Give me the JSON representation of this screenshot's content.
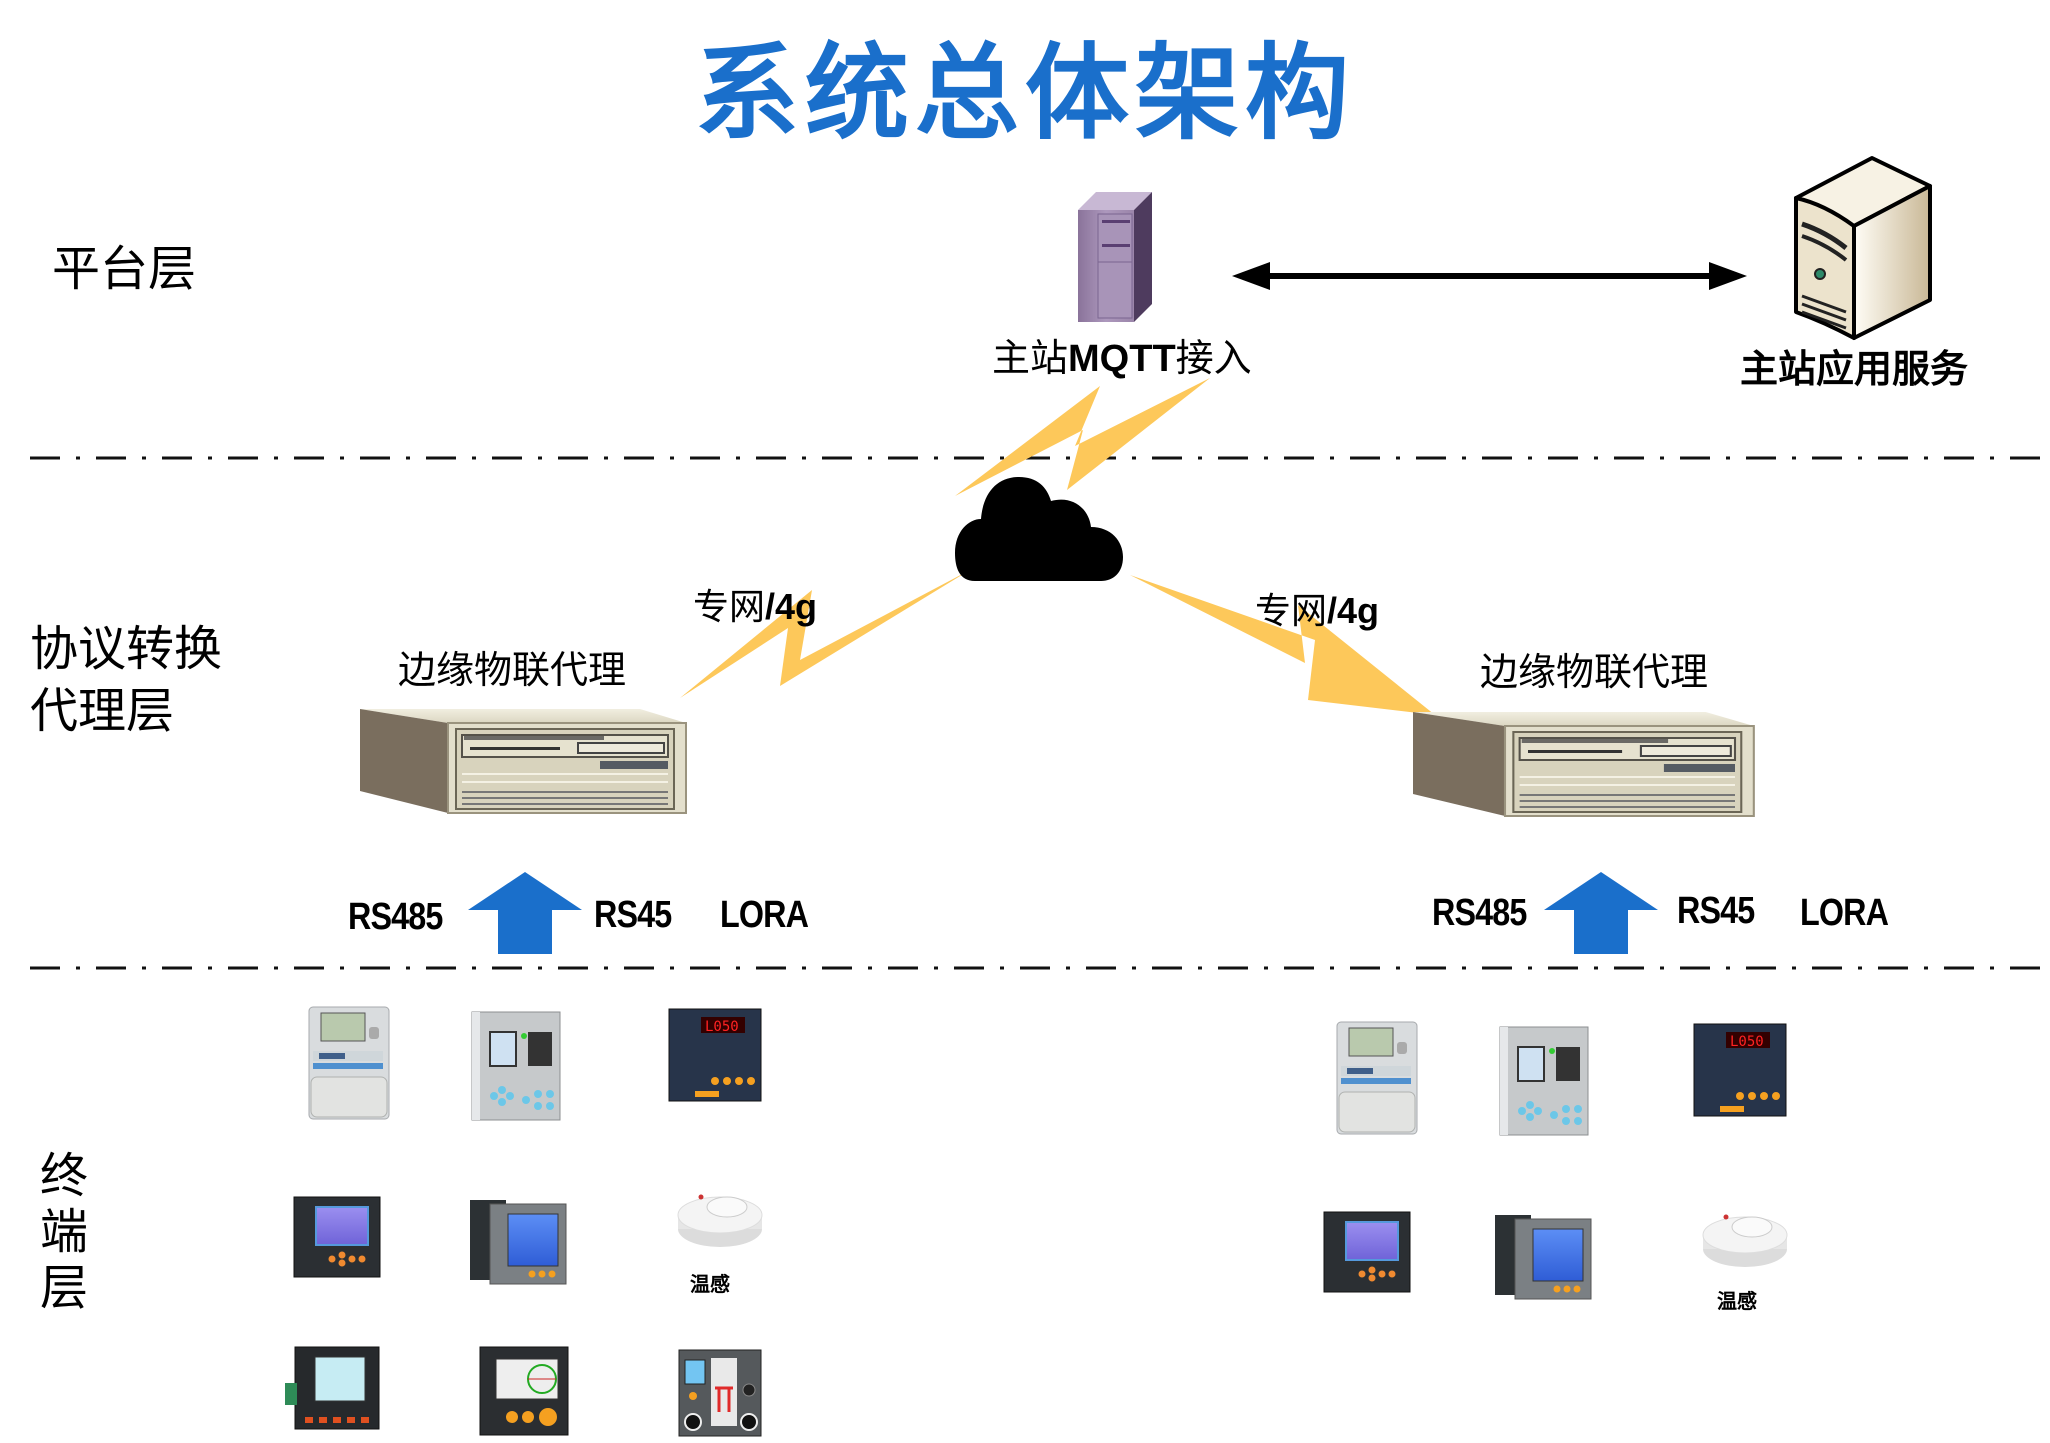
{
  "title": "系统总体架构",
  "colors": {
    "title": "#1a6fcb",
    "up_arrow": "#1a6fcb",
    "lightning": "#fdc85a",
    "cloud": "#000000",
    "purple_server": "#9b85aa",
    "tower_server": "#e6dcc3",
    "edge_box": "#e3dfcc"
  },
  "layers": {
    "platform": "平台层",
    "proxy_line1": "协议转换",
    "proxy_line2": "代理层",
    "terminal": "终端层"
  },
  "platform": {
    "mqtt_label_prefix": "主站",
    "mqtt_label_bold": "MQTT",
    "mqtt_label_suffix": "接入",
    "app_service_label": "主站应用服务",
    "link": "bidirectional"
  },
  "network": {
    "left_label_prefix": "专网",
    "left_label_bold": "/4g",
    "right_label_prefix": "专网",
    "right_label_bold": "/4g"
  },
  "proxies": [
    {
      "label": "边缘物联代理",
      "protocols": [
        "RS485",
        "RS45",
        "LORA"
      ]
    },
    {
      "label": "边缘物联代理",
      "protocols": [
        "RS485",
        "RS45",
        "LORA"
      ]
    }
  ],
  "terminals": {
    "left_group": [
      "electricity-meter",
      "protection-relay",
      "led-controller",
      "lcd-power-meter",
      "blue-lcd-meter",
      "temperature-sensor",
      "multifunction-meter",
      "power-quality-analyzer",
      "switchgear-display"
    ],
    "right_group": [
      "electricity-meter",
      "protection-relay",
      "led-controller",
      "lcd-power-meter",
      "blue-lcd-meter",
      "temperature-sensor"
    ],
    "sensor_caption": "温感"
  }
}
